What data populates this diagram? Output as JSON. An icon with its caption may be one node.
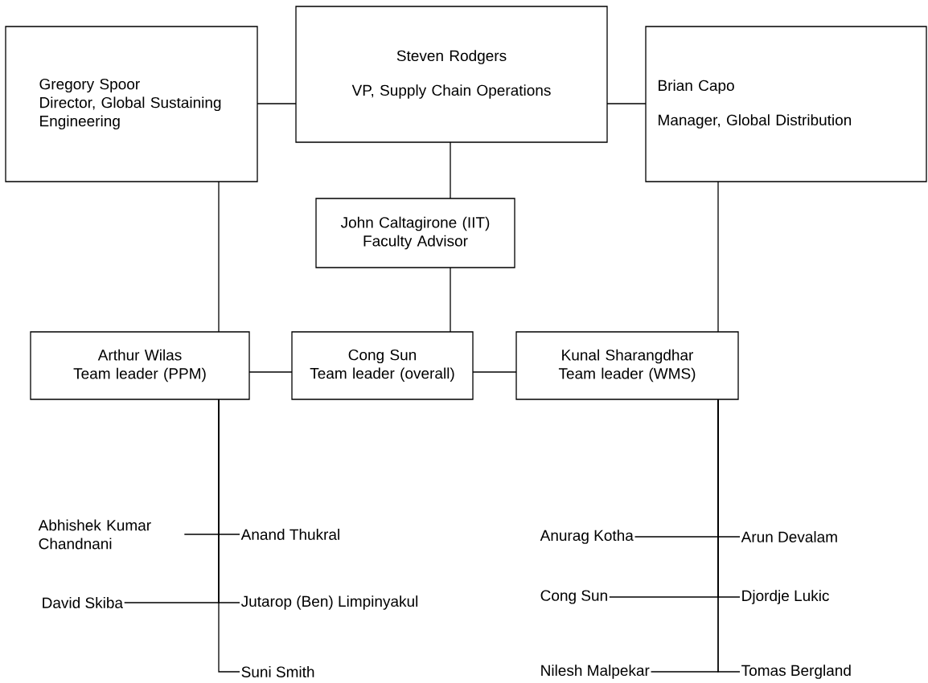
{
  "diagram": {
    "nodes": [
      {
        "text": [
          "Gregory Spoor",
          "Director, Global Sustaining Engineering"
        ]
      },
      {
        "text": [
          "Steven Rodgers",
          "VP, Supply Chain Operations"
        ]
      },
      {
        "text": [
          "Brian Capo",
          "Manager, Global Distribution"
        ]
      },
      {
        "text": [
          "John Caltagirone (IIT)",
          "Faculty Advisor"
        ]
      },
      {
        "text": [
          "Arthur Wilas",
          "Team leader (PPM)"
        ]
      },
      {
        "text": [
          "Cong Sun",
          "Team leader (overall)"
        ]
      },
      {
        "text": [
          "Kunal Sharangdhar",
          "Team leader (WMS)"
        ]
      },
      {
        "text": [
          "Abhishek Kumar Chandnani"
        ]
      },
      {
        "text": [
          "Anand Thukral"
        ]
      },
      {
        "text": [
          "David Skiba"
        ]
      },
      {
        "text": [
          "Jutarop (Ben) Limpinyakul"
        ]
      },
      {
        "text": [
          "Suni Smith"
        ]
      },
      {
        "text": [
          "Anurag Kotha"
        ]
      },
      {
        "text": [
          "Arun Devalam"
        ]
      },
      {
        "text": [
          "Cong Sun"
        ]
      },
      {
        "text": [
          "Djordje Lukic"
        ]
      },
      {
        "text": [
          "Nilesh Malpekar"
        ]
      },
      {
        "text": [
          "Tomas Bergland"
        ]
      }
    ],
    "edges": [
      {
        "from": 0,
        "to": 1,
        "arrow": "none"
      },
      {
        "from": 1,
        "to": 2,
        "arrow": "none"
      },
      {
        "from": 1,
        "to": 3,
        "arrow": "none"
      },
      {
        "from": 3,
        "to": 5,
        "arrow": "none"
      },
      {
        "from": 0,
        "to": 4,
        "arrow": "none"
      },
      {
        "from": 2,
        "to": 6,
        "arrow": "none"
      },
      {
        "from": 4,
        "to": 5,
        "arrow": "none"
      },
      {
        "from": 5,
        "to": 6,
        "arrow": "none"
      },
      {
        "from": 4,
        "to": 7,
        "arrow": "none"
      },
      {
        "from": 4,
        "to": 8,
        "arrow": "none"
      },
      {
        "from": 4,
        "to": 9,
        "arrow": "none"
      },
      {
        "from": 4,
        "to": 10,
        "arrow": "none"
      },
      {
        "from": 4,
        "to": 11,
        "arrow": "none"
      },
      {
        "from": 6,
        "to": 12,
        "arrow": "none"
      },
      {
        "from": 6,
        "to": 13,
        "arrow": "none"
      },
      {
        "from": 6,
        "to": 14,
        "arrow": "none"
      },
      {
        "from": 6,
        "to": 15,
        "arrow": "none"
      },
      {
        "from": 6,
        "to": 16,
        "arrow": "none"
      },
      {
        "from": 6,
        "to": 17,
        "arrow": "none"
      }
    ]
  }
}
